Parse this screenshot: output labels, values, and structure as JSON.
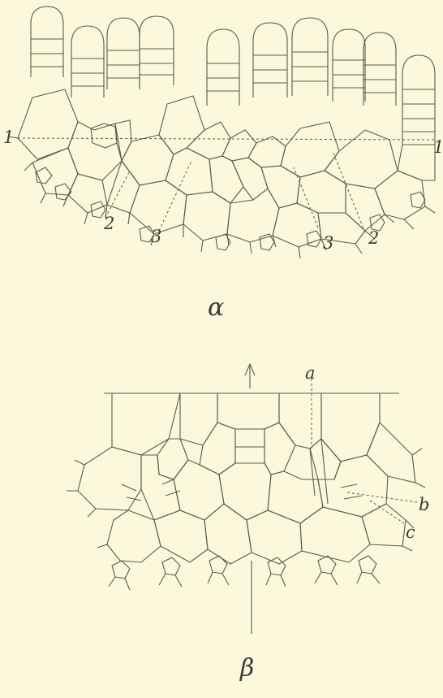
{
  "figure_a": {
    "caption": "α",
    "labels": {
      "layer_1_left": "1",
      "layer_1_right": "1",
      "layer_2_left": "2",
      "layer_2_right": "2",
      "layer_3_left": "3",
      "layer_3_right": "3"
    }
  },
  "figure_b": {
    "caption": "β",
    "labels": {
      "a": "a",
      "b": "b",
      "c": "c"
    }
  },
  "colors": {
    "background": "#fbf8dc",
    "lines": "#5b5a52",
    "shaded_cells": "#e7e3c8"
  }
}
